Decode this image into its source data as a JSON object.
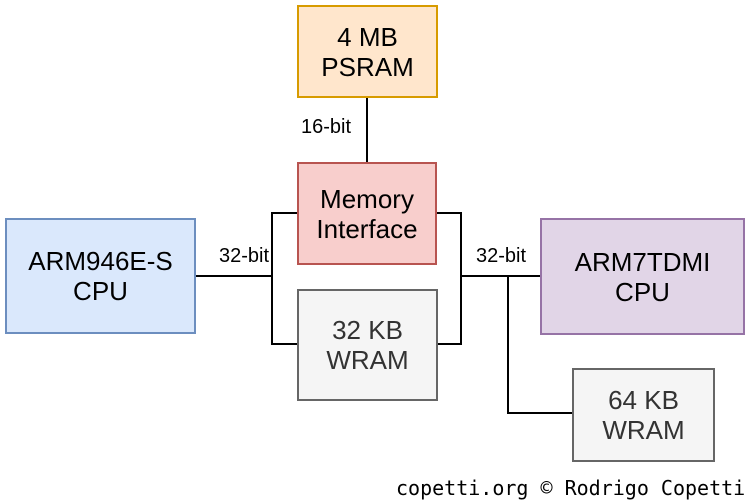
{
  "diagram": {
    "title": "CPU and memory architecture diagram",
    "nodes": [
      {
        "id": "psram",
        "label_line1": "4 MB",
        "label_line2": "PSRAM",
        "fill": "#FFE6CC",
        "stroke": "#D79B00",
        "text_color": "#000000"
      },
      {
        "id": "memory-interface",
        "label_line1": "Memory",
        "label_line2": "Interface",
        "fill": "#F8CECC",
        "stroke": "#B85450",
        "text_color": "#000000"
      },
      {
        "id": "wram-32kb",
        "label_line1": "32 KB",
        "label_line2": "WRAM",
        "fill": "#F5F5F5",
        "stroke": "#666666",
        "text_color": "#333333"
      },
      {
        "id": "arm9-cpu",
        "label_line1": "ARM946E-S",
        "label_line2": "CPU",
        "fill": "#DAE8FC",
        "stroke": "#6C8EBF",
        "text_color": "#000000"
      },
      {
        "id": "arm7-cpu",
        "label_line1": "ARM7TDMI",
        "label_line2": "CPU",
        "fill": "#E1D5E7",
        "stroke": "#9673A6",
        "text_color": "#000000"
      },
      {
        "id": "wram-64kb",
        "label_line1": "64 KB",
        "label_line2": "WRAM",
        "fill": "#F5F5F5",
        "stroke": "#666666",
        "text_color": "#333333"
      }
    ],
    "edge_labels": {
      "psram_bus": "16-bit",
      "arm9_bus": "32-bit",
      "arm7_bus": "32-bit"
    },
    "edge_color": "#000000",
    "footer": "copetti.org © Rodrigo Copetti"
  }
}
